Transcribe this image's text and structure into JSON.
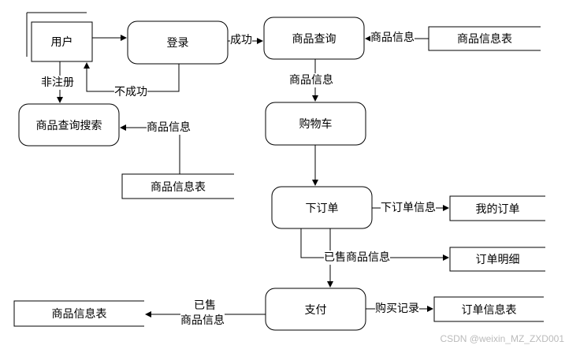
{
  "nodes": {
    "user": "用户",
    "login": "登录",
    "product_query": "商品查询",
    "product_info_table_top": "商品信息表",
    "product_query_search": "商品查询搜索",
    "product_info_table_mid": "商品信息表",
    "cart": "购物车",
    "place_order": "下订单",
    "my_orders": "我的订单",
    "order_detail": "订单明细",
    "pay": "支付",
    "order_info_table": "订单信息表",
    "product_info_table_bottom": "商品信息表"
  },
  "edges": {
    "success": "成功",
    "fail": "不成功",
    "not_registered": "非注册",
    "product_info_top": "商品信息",
    "product_info_query_to_cart": "商品信息",
    "product_info_mid": "商品信息",
    "order_info": "下订单信息",
    "sold_product_info": "已售商品信息",
    "purchase_record": "购买记录",
    "sold": "已售",
    "product_info_bottom": "商品信息"
  },
  "watermark": "CSDN @weixin_MZ_ZXD001"
}
